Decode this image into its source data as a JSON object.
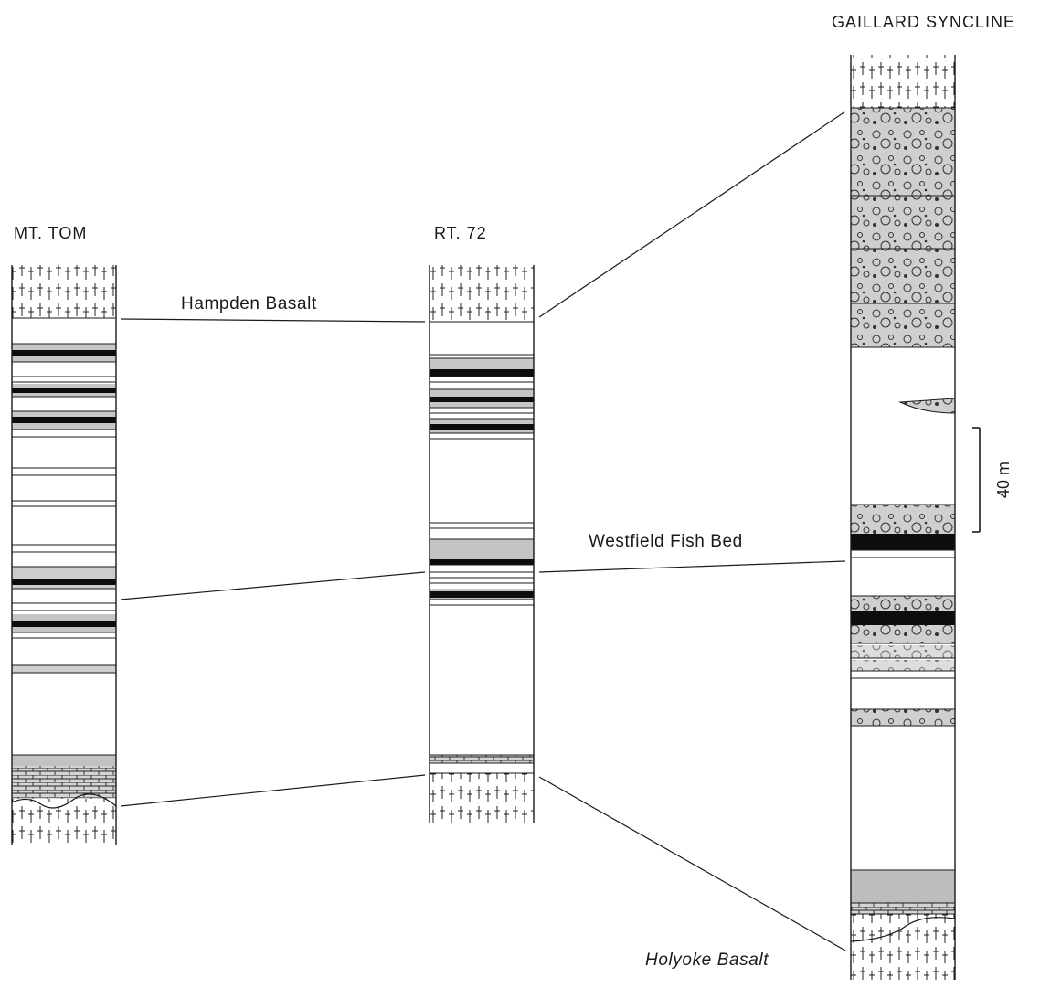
{
  "columns": [
    {
      "id": "mt-tom",
      "title": "MT. TOM"
    },
    {
      "id": "rt-72",
      "title": "RT. 72"
    },
    {
      "id": "gaillard",
      "title": "GAILLARD SYNCLINE"
    }
  ],
  "markers": {
    "top": "Hampden Basalt",
    "middle": "Westfield Fish Bed",
    "bottom": "Holyoke Basalt"
  },
  "scale_bar": {
    "label": "40 m"
  },
  "colors": {
    "line": "#1a1a1a",
    "black_shale": "#0d0d0d",
    "gray_mudstone": "#bdbdbd",
    "conglomerate": "#c9c9c9",
    "white": "#ffffff"
  }
}
